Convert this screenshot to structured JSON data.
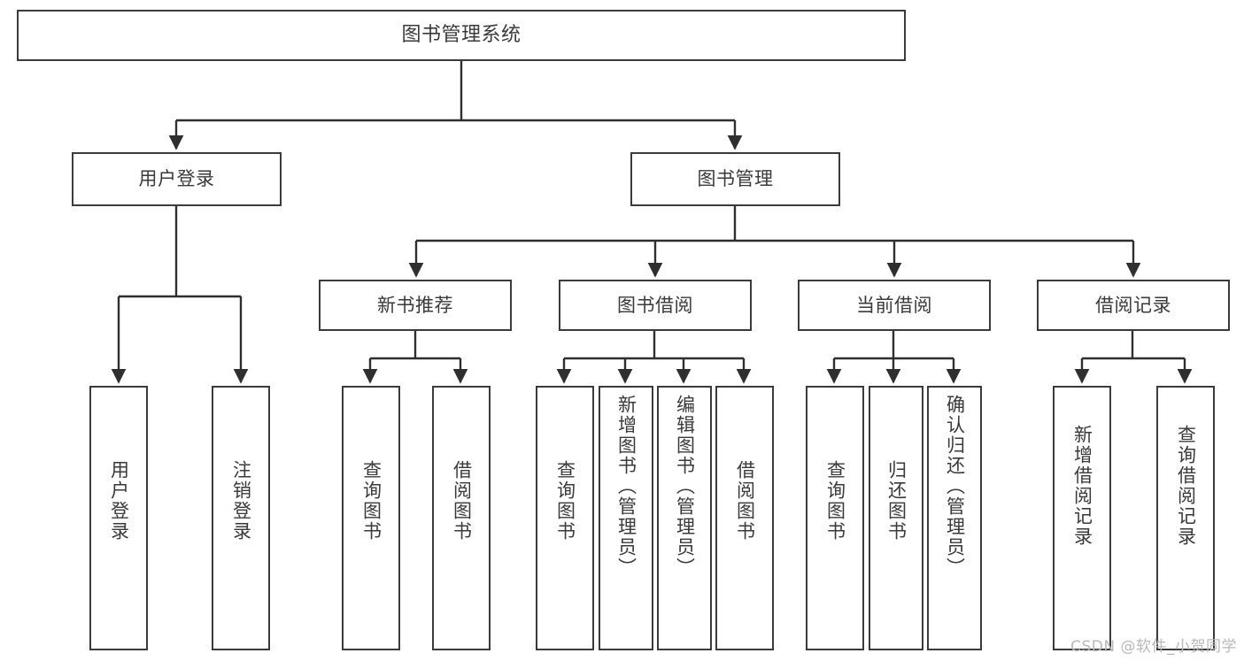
{
  "diagram": {
    "title": "图书管理系统",
    "watermark": "CSDN @软件_小贺同学",
    "colors": {
      "border": "#3b3b3b",
      "text": "#3a3a3a",
      "background": "#ffffff",
      "edge": "#2f2f2f",
      "watermark": "#b9b9b9"
    },
    "levels": {
      "root": {
        "label": "图书管理系统"
      },
      "level1": [
        {
          "label": "用户登录"
        },
        {
          "label": "图书管理"
        }
      ],
      "level2": [
        {
          "label": "新书推荐"
        },
        {
          "label": "图书借阅"
        },
        {
          "label": "当前借阅"
        },
        {
          "label": "借阅记录"
        }
      ],
      "leaves": [
        {
          "label": "用户登录",
          "parent": "用户登录"
        },
        {
          "label": "注销登录",
          "parent": "用户登录"
        },
        {
          "label": "查询图书",
          "parent": "新书推荐"
        },
        {
          "label": "借阅图书",
          "parent": "新书推荐"
        },
        {
          "label": "查询图书",
          "parent": "图书借阅"
        },
        {
          "label": "新增图书（管理员）",
          "parent": "图书借阅"
        },
        {
          "label": "编辑图书（管理员）",
          "parent": "图书借阅"
        },
        {
          "label": "借阅图书",
          "parent": "图书借阅"
        },
        {
          "label": "查询图书",
          "parent": "当前借阅"
        },
        {
          "label": "归还图书",
          "parent": "当前借阅"
        },
        {
          "label": "确认归还（管理员）",
          "parent": "当前借阅"
        },
        {
          "label": "新增借阅记录",
          "parent": "借阅记录"
        },
        {
          "label": "查询借阅记录",
          "parent": "借阅记录"
        }
      ]
    }
  }
}
